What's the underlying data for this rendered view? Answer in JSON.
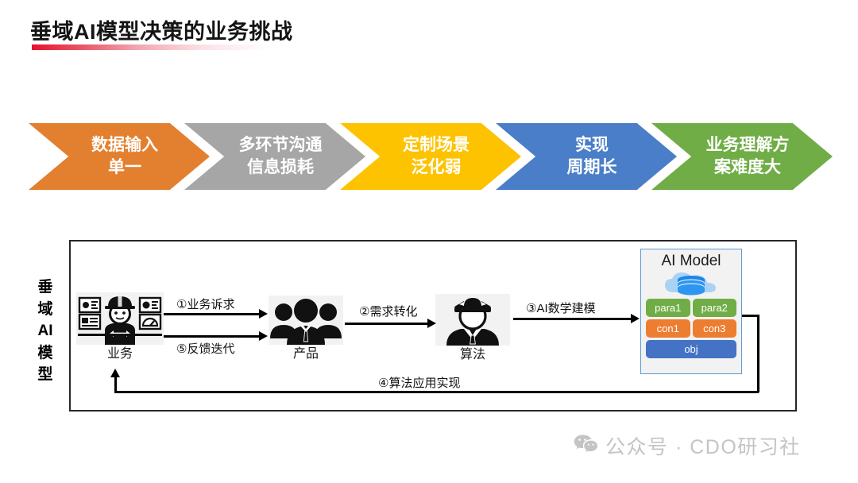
{
  "slide": {
    "title": "垂域AI模型决策的业务挑战",
    "accent_color": "#e8112d"
  },
  "chevrons": [
    {
      "id": "chev-1",
      "lines": [
        "数据输入",
        "单一"
      ],
      "color": "#e3802f"
    },
    {
      "id": "chev-2",
      "lines": [
        "多环节沟通",
        "信息损耗"
      ],
      "color": "#a6a6a6"
    },
    {
      "id": "chev-3",
      "lines": [
        "定制场景",
        "泛化弱"
      ],
      "color": "#fdc300"
    },
    {
      "id": "chev-4",
      "lines": [
        "实现",
        "周期长"
      ],
      "color": "#4a7ec8"
    },
    {
      "id": "chev-5",
      "lines": [
        "业务理解方",
        "案难度大"
      ],
      "color": "#70ad47"
    }
  ],
  "diagram": {
    "side_label": [
      "垂",
      "域",
      "AI",
      "模",
      "型"
    ],
    "nodes": [
      {
        "id": "node-business",
        "label": "业务",
        "icon": "worker-dashboard-icon"
      },
      {
        "id": "node-product",
        "label": "产品",
        "icon": "people-group-icon"
      },
      {
        "id": "node-algorithm",
        "label": "算法",
        "icon": "graduate-person-icon"
      }
    ],
    "arrows": [
      {
        "id": "arrow-1",
        "label": "①业务诉求"
      },
      {
        "id": "arrow-5",
        "label": "⑤反馈迭代"
      },
      {
        "id": "arrow-2",
        "label": "②需求转化"
      },
      {
        "id": "arrow-3",
        "label": "③AI数学建模"
      },
      {
        "id": "arrow-4",
        "label": "④算法应用实现"
      }
    ],
    "ai_model": {
      "title": "AI Model",
      "icon": "cloud-database-icon",
      "pills": [
        {
          "label": "para1",
          "color": "#70ad47"
        },
        {
          "label": "para2",
          "color": "#70ad47"
        },
        {
          "label": "con1",
          "color": "#ed7d31"
        },
        {
          "label": "con3",
          "color": "#ed7d31"
        },
        {
          "label": "obj",
          "color": "#4472c4"
        }
      ]
    }
  },
  "watermark": {
    "icon": "wechat-icon",
    "text": "公众号 · CDO研习社"
  }
}
